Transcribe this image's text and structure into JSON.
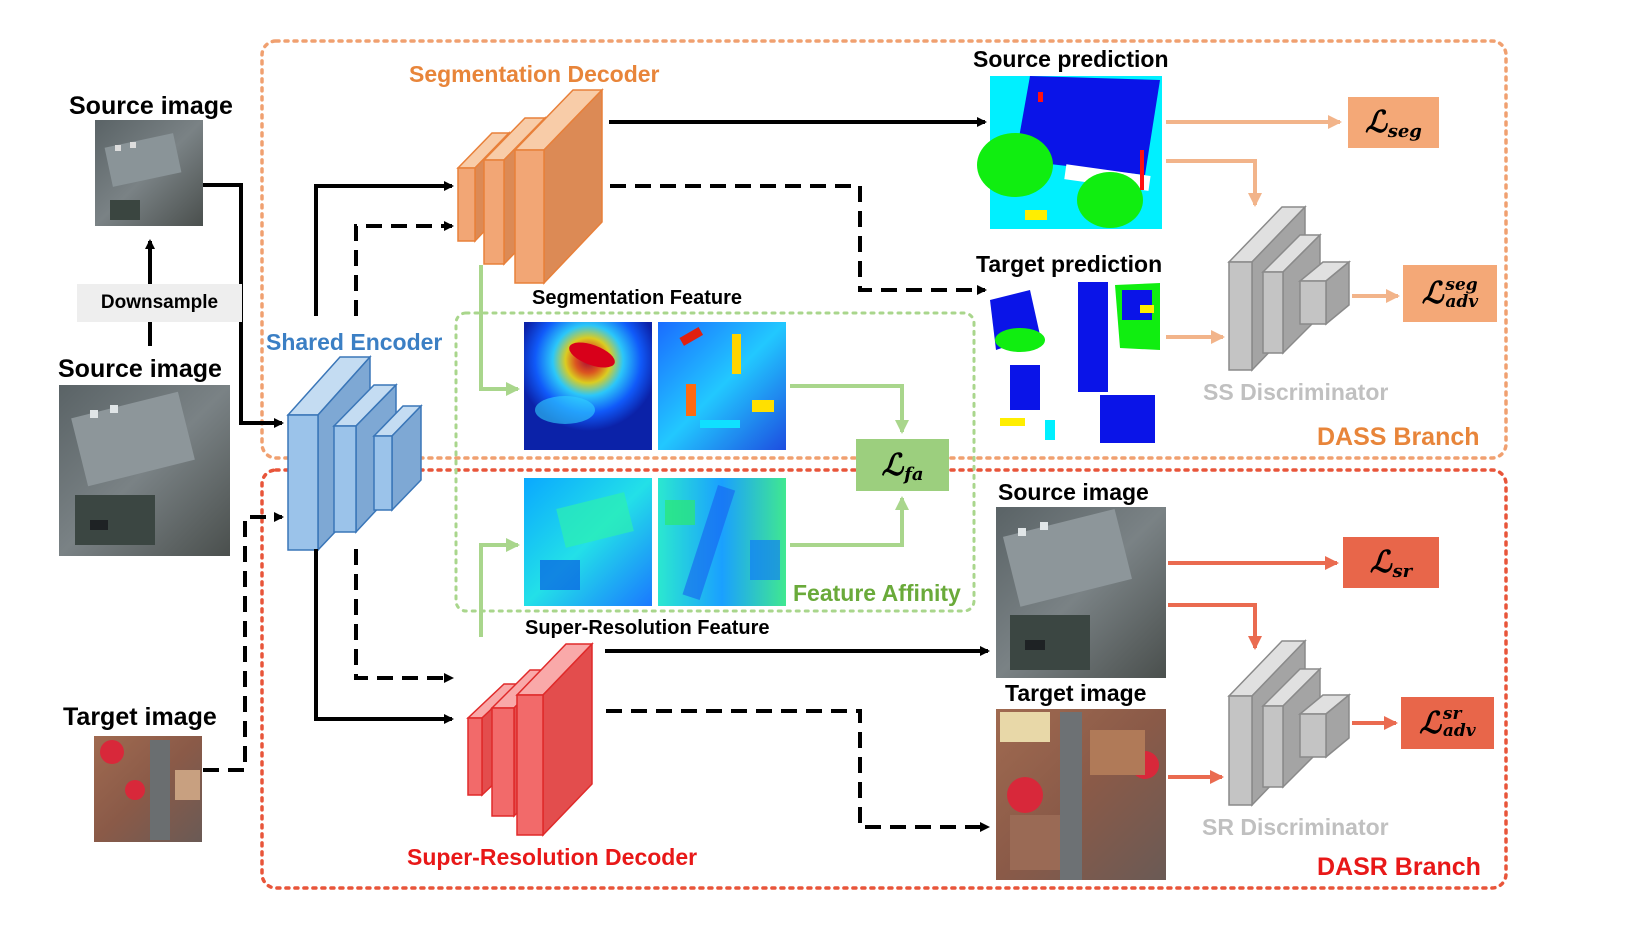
{
  "labels": {
    "source_image_top": "Source image",
    "downsample": "Downsample",
    "source_image_mid": "Source image",
    "target_image_left": "Target image",
    "shared_encoder": "Shared Encoder",
    "segmentation_decoder": "Segmentation Decoder",
    "super_resolution_decoder": "Super-Resolution Decoder",
    "segmentation_feature": "Segmentation Feature",
    "super_resolution_feature": "Super-Resolution Feature",
    "feature_affinity": "Feature Affinity",
    "source_prediction": "Source prediction",
    "target_prediction": "Target prediction",
    "source_image_right": "Source image",
    "target_image_right": "Target image",
    "ss_discriminator": "SS Discriminator",
    "sr_discriminator": "SR Discriminator",
    "dass_branch": "DASS Branch",
    "dasr_branch": "DASR Branch"
  },
  "losses": {
    "seg": {
      "symbol": "ℒ",
      "sub": "seg"
    },
    "adv_seg": {
      "symbol": "ℒ",
      "sup": "seg",
      "sub": "adv"
    },
    "fa": {
      "symbol": "ℒ",
      "sub": "fa"
    },
    "sr": {
      "symbol": "ℒ",
      "sub": "sr"
    },
    "adv_sr": {
      "symbol": "ℒ",
      "sup": "sr",
      "sub": "adv"
    }
  },
  "colors": {
    "dass_orange": "#f0a070",
    "dass_text": "#e8853a",
    "dasr_red": "#e8553a",
    "encoder_blue": "#8fbde8",
    "encoder_text": "#3b7fc4",
    "seg_decoder": "#f2a675",
    "sr_decoder": "#f26060",
    "feature_green": "#9ccf7e",
    "feature_text": "#6aaa3a",
    "discriminator_gray": "#b8b8b8",
    "loss_box_orange": "#f4a877",
    "loss_box_green": "#9ccf7e",
    "loss_box_red": "#e8664a"
  }
}
